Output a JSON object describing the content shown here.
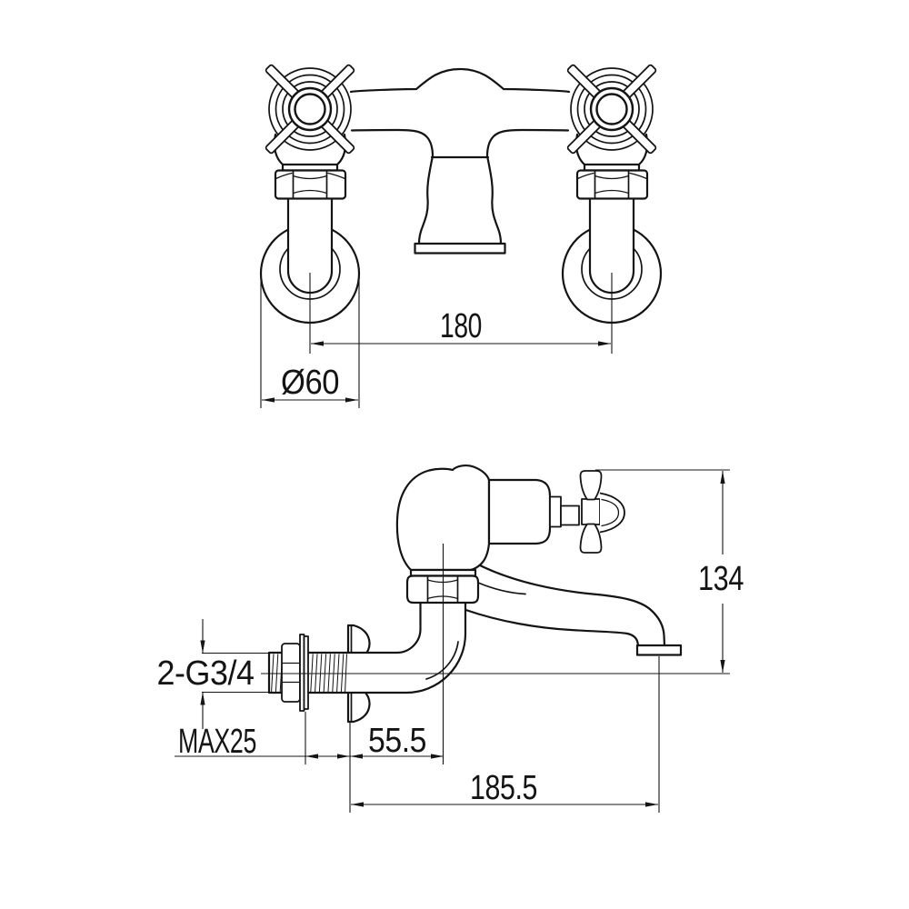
{
  "drawing": {
    "type": "technical-dimension-drawing",
    "subject": "wall-mounted-bath-filler-tap",
    "background_color": "#ffffff",
    "line_color": "#141414",
    "views": {
      "front": {
        "label": "front-elevation",
        "dimensions": {
          "handle_centre_spacing": "180",
          "flange_diameter": "Ø60"
        }
      },
      "side": {
        "label": "side-elevation",
        "dimensions": {
          "overall_height": "134",
          "inlet_thread": "2-G3/4",
          "max_wall_thickness": "MAX25",
          "wall_to_valve_center": "55.5",
          "wall_to_spout_outlet": "185.5"
        }
      }
    }
  }
}
